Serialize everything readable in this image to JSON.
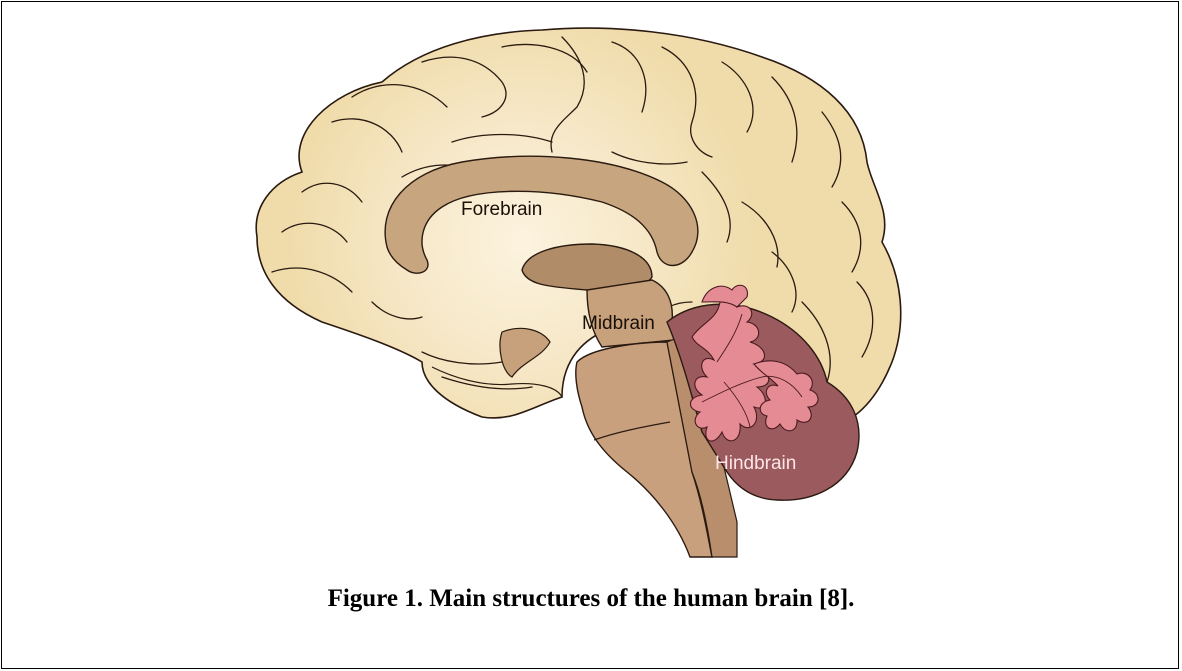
{
  "figure": {
    "labels": {
      "forebrain": "Forebrain",
      "midbrain": "Midbrain",
      "hindbrain": "Hindbrain"
    },
    "caption": "Figure 1. Main structures of the human brain [8]."
  },
  "colors": {
    "cortex": "#f0dcab",
    "cortex_glow": "#fcf3df",
    "corpus_callosum": "#c7a67f",
    "thalamus": "#b08c68",
    "midbrain": "#c7a07c",
    "brainstem": "#c9a07e",
    "brainstem_dark": "#b88e6c",
    "hindbrain": "#9a5a5e",
    "cerebellum_tree": "#e58b93",
    "outline": "#2a1a10",
    "hindbrain_label": "#ffe4e6"
  }
}
